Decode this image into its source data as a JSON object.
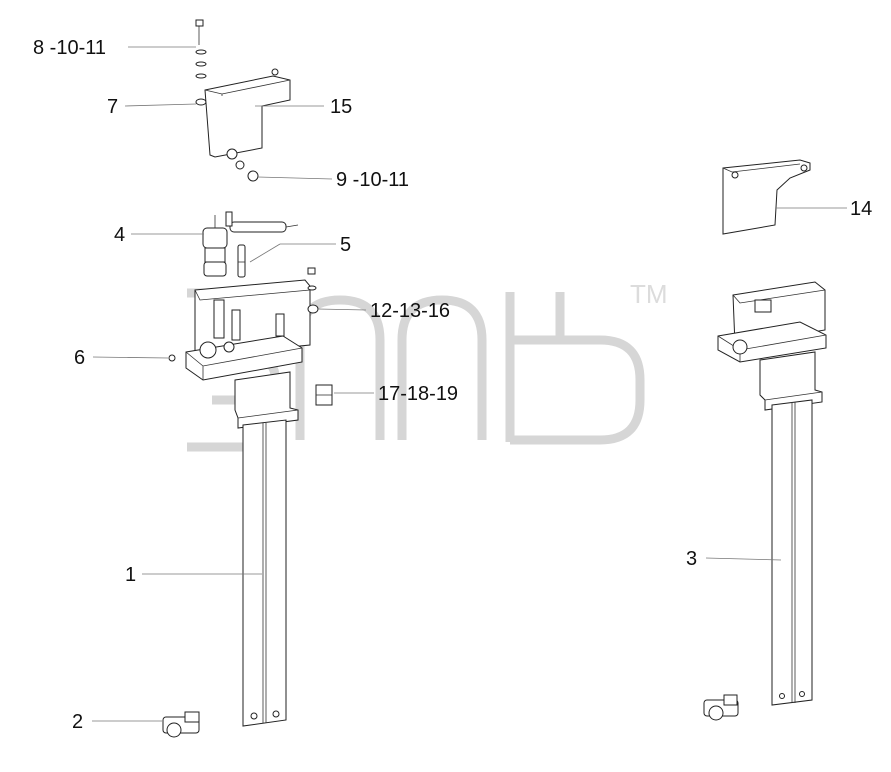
{
  "callouts": [
    {
      "id": "c1",
      "text": "8 -10-11"
    },
    {
      "id": "c2",
      "text": "7"
    },
    {
      "id": "c3",
      "text": "15"
    },
    {
      "id": "c4",
      "text": "9 -10-11"
    },
    {
      "id": "c5",
      "text": "14"
    },
    {
      "id": "c6",
      "text": "4"
    },
    {
      "id": "c7",
      "text": "5"
    },
    {
      "id": "c8",
      "text": "12-13-16"
    },
    {
      "id": "c9",
      "text": "6"
    },
    {
      "id": "c10",
      "text": "17-18-19"
    },
    {
      "id": "c11",
      "text": "1"
    },
    {
      "id": "c12",
      "text": "3"
    },
    {
      "id": "c13",
      "text": "2"
    }
  ],
  "watermark": {
    "text": "3пф",
    "mark": "TM"
  }
}
